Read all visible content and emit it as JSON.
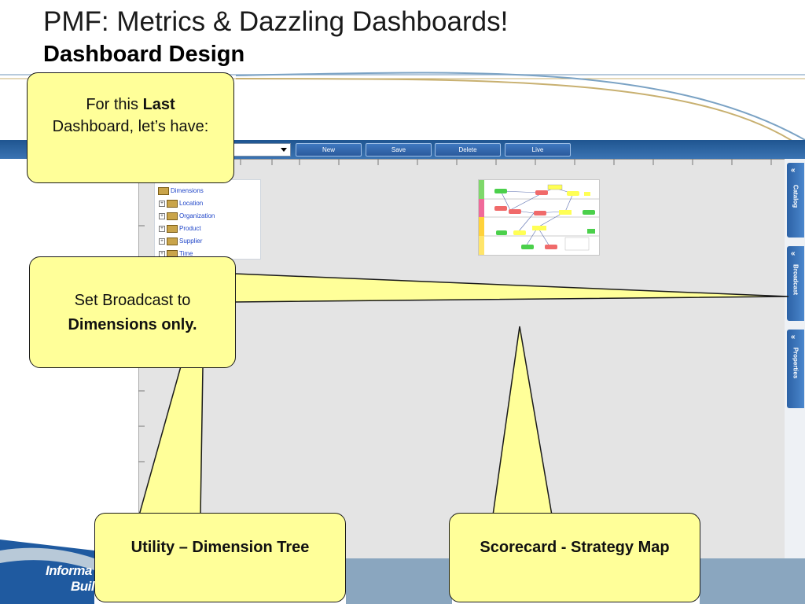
{
  "slide": {
    "title": "PMF: Metrics & Dazzling Dashboards!",
    "subtitle": "Dashboard Design"
  },
  "toolbar": {
    "buttons": [
      "New",
      "Save",
      "Delete",
      "Live"
    ]
  },
  "tree": {
    "root": "Dimensions",
    "items": [
      "Location",
      "Organization",
      "Product",
      "Supplier",
      "Time"
    ]
  },
  "side_tabs": [
    "Catalog",
    "Broadcast",
    "Properties"
  ],
  "callouts": {
    "top": {
      "text_before": "For this ",
      "bold": "Last",
      "text_after": " Dashboard, let’s have:"
    },
    "middle": {
      "text": "Set Broadcast to",
      "bold": "Dimensions only."
    },
    "bottom_left": {
      "text": "Utility – Dimension Tree"
    },
    "bottom_right": {
      "text": "Scorecard  - Strategy Map"
    }
  },
  "logo": {
    "line1": "Informa",
    "line2": "Buil"
  },
  "colors": {
    "callout_fill": "#ffff99",
    "toolbar": "#2a5f9e",
    "canvas": "#e4e4e4",
    "footer_blue": "#1f5aa0"
  }
}
